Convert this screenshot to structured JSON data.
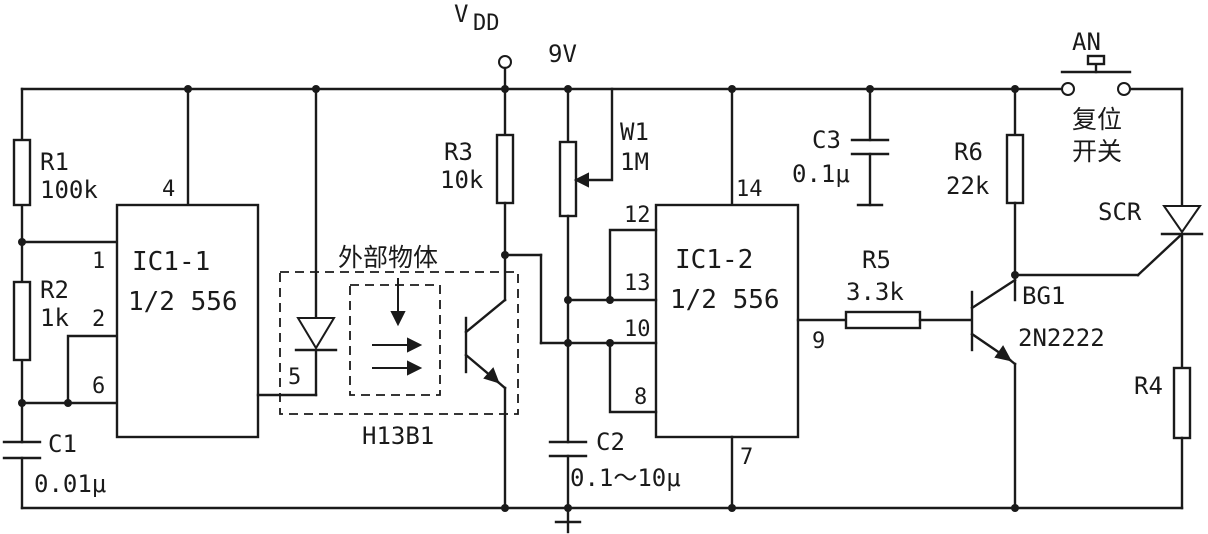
{
  "supply": {
    "vdd_main": "V",
    "vdd_sub": "DD",
    "voltage": "9V"
  },
  "ic1": {
    "name": "IC1-1",
    "type": "1/2 556",
    "pins": {
      "p4": "4",
      "p1": "1",
      "p2": "2",
      "p6": "6",
      "p5": "5"
    }
  },
  "ic2": {
    "name": "IC1-2",
    "type": "1/2 556",
    "pins": {
      "p14": "14",
      "p12": "12",
      "p13": "13",
      "p10": "10",
      "p8": "8",
      "p7": "7",
      "p9": "9"
    }
  },
  "components": {
    "r1": {
      "name": "R1",
      "value": "100k"
    },
    "r2": {
      "name": "R2",
      "value": "1k"
    },
    "c1": {
      "name": "C1",
      "value": "0.01μ"
    },
    "r3": {
      "name": "R3",
      "value": "10k"
    },
    "w1": {
      "name": "W1",
      "value": "1M"
    },
    "c2": {
      "name": "C2",
      "value": "0.1～10μ"
    },
    "c3": {
      "name": "C3",
      "value": "0.1μ"
    },
    "r5": {
      "name": "R5",
      "value": "3.3k"
    },
    "r6": {
      "name": "R6",
      "value": "22k"
    },
    "bg1": {
      "name": "BG1",
      "value": "2N2222"
    },
    "scr": {
      "name": "SCR"
    },
    "r4": {
      "name": "R4"
    },
    "an": {
      "name": "AN",
      "line1": "复位",
      "line2": "开关"
    },
    "h13b1": {
      "name": "H13B1",
      "object": "外部物体"
    }
  }
}
